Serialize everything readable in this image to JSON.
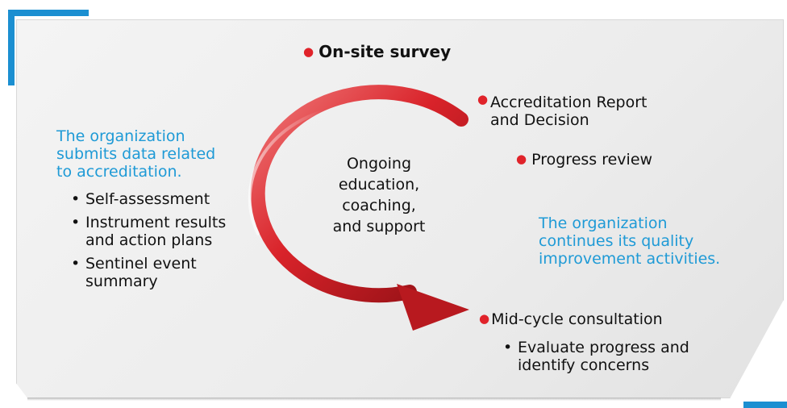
{
  "theme": {
    "accent_blue": "#1b8fd1",
    "text_blue": "#1e9ad6",
    "arrow_red": "#d9232a",
    "dot_red": "#e0232a"
  },
  "top_item": {
    "label": "On-site survey"
  },
  "left_block": {
    "heading": [
      "The organization",
      "submits data related",
      "to accreditation."
    ],
    "bullets": [
      {
        "lines": [
          "Self-assessment"
        ]
      },
      {
        "lines": [
          "Instrument results",
          "and action plans"
        ]
      },
      {
        "lines": [
          "Sentinel event",
          "summary"
        ]
      }
    ]
  },
  "center": {
    "lines": [
      "Ongoing",
      "education,",
      "coaching,",
      "and support"
    ]
  },
  "right_items": {
    "report": [
      "Accreditation Report",
      "and Decision"
    ],
    "progress": "Progress review",
    "continues": [
      "The organization",
      "continues its quality",
      "improvement activities."
    ]
  },
  "bottom_item": {
    "label": "Mid-cycle consultation",
    "bullet": [
      "Evaluate progress and",
      "identify concerns"
    ]
  }
}
